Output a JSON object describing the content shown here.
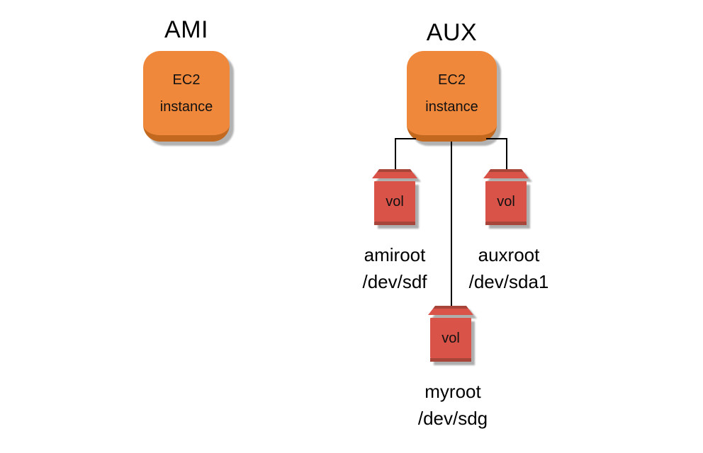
{
  "diagram": {
    "groups": [
      {
        "id": "ami",
        "title": "AMI",
        "instance": {
          "line1": "EC2",
          "line2": "instance"
        },
        "volumes": []
      },
      {
        "id": "aux",
        "title": "AUX",
        "instance": {
          "line1": "EC2",
          "line2": "instance"
        },
        "volumes": [
          {
            "label": "vol",
            "name": "amiroot",
            "device": "/dev/sdf",
            "position": "left"
          },
          {
            "label": "vol",
            "name": "auxroot",
            "device": "/dev/sda1",
            "position": "right"
          },
          {
            "label": "vol",
            "name": "myroot",
            "device": "/dev/sdg",
            "position": "bottom"
          }
        ]
      }
    ],
    "colors": {
      "instance_fill": "#F0883C",
      "instance_bottom_edge": "#C2691F",
      "volume_fill": "#DA5349",
      "volume_dark_edge": "#A8453B",
      "connector": "#000000",
      "shadow": "#B3B3B3",
      "text": "#000000"
    }
  }
}
